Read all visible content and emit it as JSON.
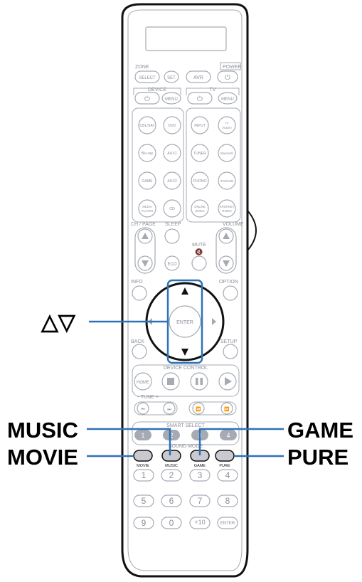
{
  "callouts": {
    "updown": "△▽",
    "music": "MUSIC",
    "movie": "MOVIE",
    "game": "GAME",
    "pure": "PURE"
  },
  "remote": {
    "zone": "ZONE",
    "power": "POWER",
    "select": "SELECT",
    "set": "SET",
    "avr": "AVR",
    "power_symbol": "⏻",
    "device": "DEVICE",
    "tv": "TV",
    "menu": "MENU",
    "tv_menu": "MENU",
    "sources": [
      [
        "CBL/SAT",
        "DVD",
        "INPUT",
        "TV AUDIO"
      ],
      [
        "Blu-ray",
        "AUX1",
        "TUNER",
        "Bluetooth"
      ],
      [
        "GAME",
        "AUX2",
        "PHONO",
        "iPod/USB"
      ],
      [
        "MEDIA PLAYER",
        "CD",
        "ONLINE MUSIC",
        "INTERNET RADIO"
      ]
    ],
    "ch_page": "CH / PAGE",
    "sleep": "SLEEP",
    "volume": "VOLUME",
    "mute": "MUTE",
    "mute_symbol": "🔇",
    "eco": "ECO",
    "info": "INFO",
    "option": "OPTION",
    "enter": "ENTER",
    "back": "BACK",
    "setup": "SETUP",
    "device_control": "DEVICE CONTROL",
    "home": "HOME",
    "tune": "−  TUNE  +",
    "smart_select": "SMART SELECT",
    "smart_numbers": [
      "1",
      "2",
      "3",
      "4"
    ],
    "sound_mode": "SOUND MODE",
    "sound_mode_buttons": [
      "MOVIE",
      "MUSIC",
      "GAME",
      "PURE"
    ],
    "numpad": [
      "1",
      "2",
      "3",
      "4",
      "5",
      "6",
      "7",
      "8",
      "9",
      "0",
      "+10",
      "ENTER"
    ]
  },
  "colors": {
    "outline": "#111111",
    "button": "#a6aab3",
    "highlight": "#2d72b8",
    "sound_button_fill": "#c8cad0"
  }
}
